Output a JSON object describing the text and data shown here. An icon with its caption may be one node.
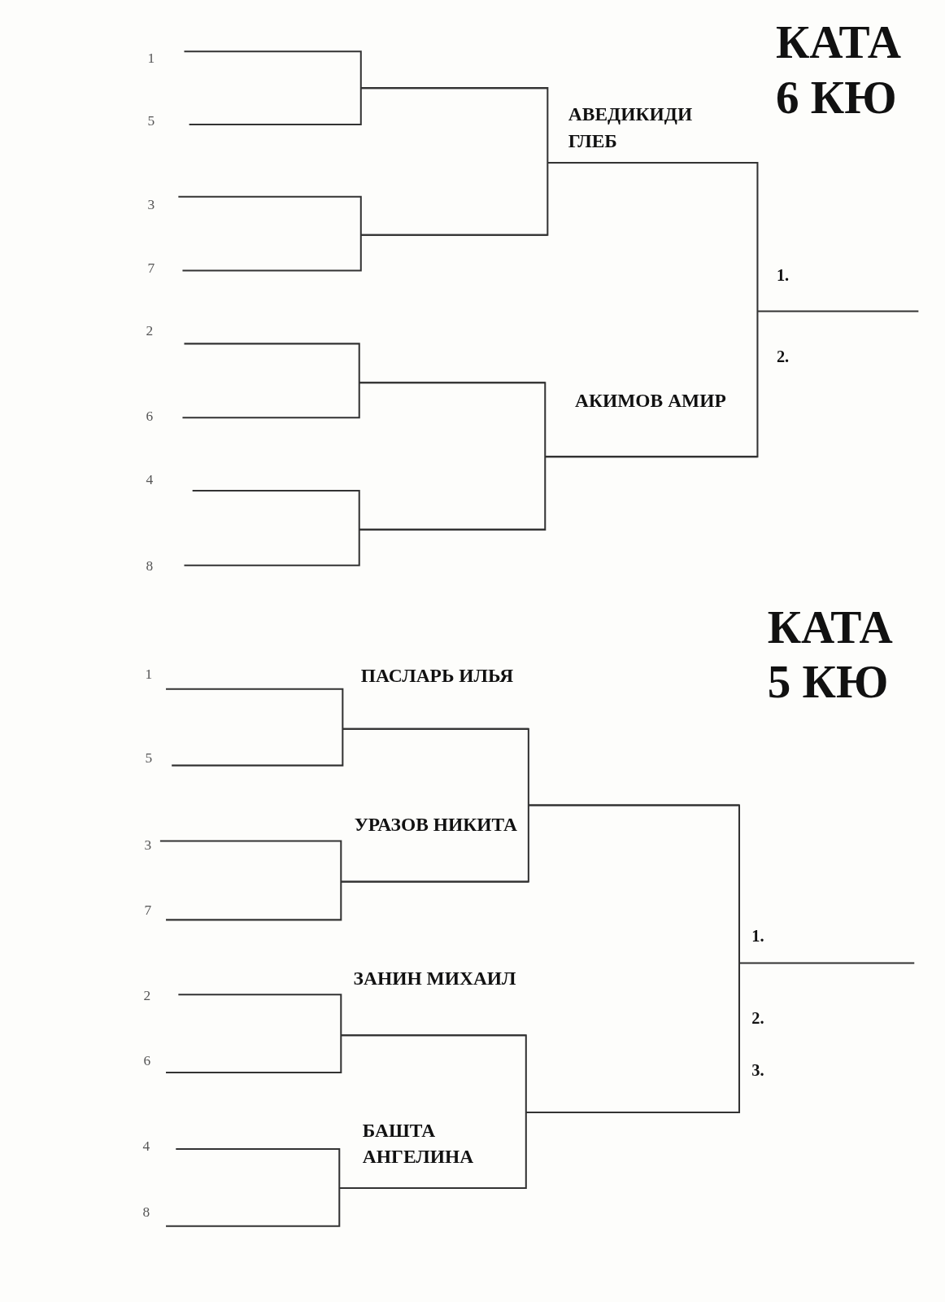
{
  "diagram": {
    "labels": [
      "КАТА 6 КЮ",
      "1",
      "5",
      "3",
      "7",
      "2",
      "6",
      "4",
      "8",
      "АВЕДИКИДИ ГЛЕБ",
      "АКИМОВ АМИР",
      "1.",
      "2.",
      "КАТА 5 КЮ",
      "1",
      "5",
      "3",
      "7",
      "2",
      "6",
      "4",
      "8",
      "ПАСЛАРЬ ИЛЬЯ",
      "УРАЗОВ НИКИТА",
      "ЗАНИН МИХАИЛ",
      "БАШТА АНГЕЛИНА",
      "1.",
      "2.",
      "3."
    ]
  }
}
